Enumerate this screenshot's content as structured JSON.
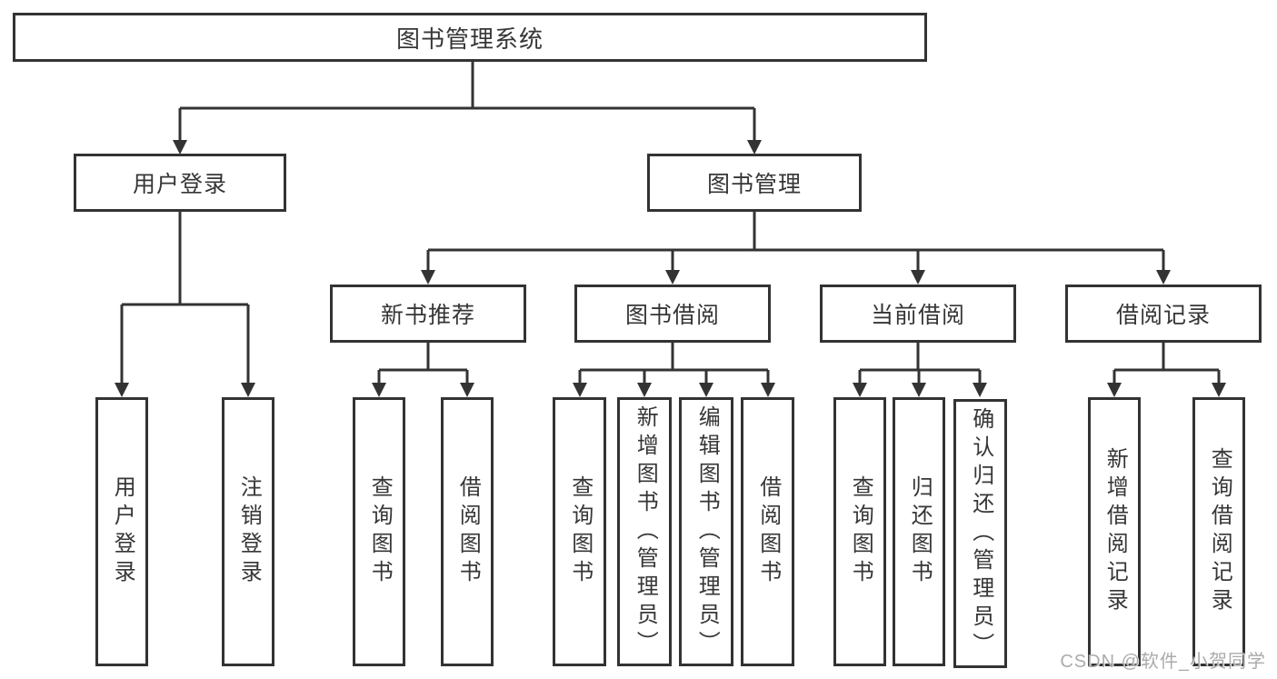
{
  "nodes": {
    "root": "图书管理系统",
    "user_login": "用户登录",
    "book_management": "图书管理",
    "new_book_recommend": "新书推荐",
    "book_borrow": "图书借阅",
    "current_borrow": "当前借阅",
    "borrow_records": "借阅记录",
    "leaves": {
      "user_login": [
        "用户登录",
        "注销登录"
      ],
      "new_book_recommend": [
        "查询图书",
        "借阅图书"
      ],
      "book_borrow": [
        "查询图书",
        "新增图书（管理员）",
        "编辑图书（管理员）",
        "借阅图书"
      ],
      "current_borrow": [
        "查询图书",
        "归还图书",
        "确认归还（管理员）"
      ],
      "borrow_records": [
        "新增借阅记录",
        "查询借阅记录"
      ]
    }
  },
  "watermark": "CSDN @软件_小贺同学",
  "colors": {
    "line": "#333333",
    "box_border": "#333333",
    "box_background": "#ffffff",
    "text": "#363636",
    "watermark_text": "#a4a4a4"
  }
}
